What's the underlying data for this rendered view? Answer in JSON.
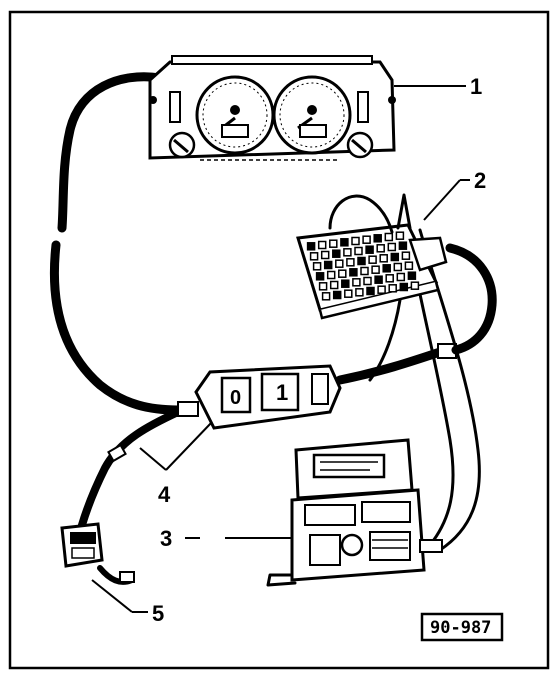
{
  "callouts": [
    {
      "id": "1",
      "label": "1"
    },
    {
      "id": "2",
      "label": "2"
    },
    {
      "id": "3",
      "label": "3"
    },
    {
      "id": "4",
      "label": "4"
    },
    {
      "id": "5",
      "label": "5"
    }
  ],
  "figure_ref": "90-987",
  "adapter_display": {
    "left": "0",
    "right": "1"
  },
  "colors": {
    "ink": "#000000",
    "paper": "#ffffff"
  }
}
